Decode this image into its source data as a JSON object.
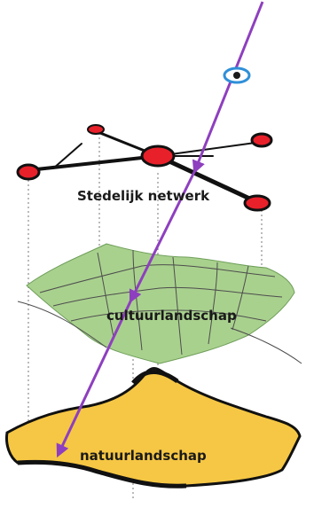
{
  "layers": {
    "network": {
      "label": "Stedelijk netwerk",
      "color": "#e8202a"
    },
    "culture": {
      "label": "cultuurlandschap",
      "color": "#a9d18e"
    },
    "nature": {
      "label": "natuurlandschap",
      "color": "#f6c744"
    }
  },
  "colors": {
    "sight_line": "#8e3fbf",
    "eye": "#2f8fd8",
    "guide_lines": "#777777",
    "outline": "#111111"
  },
  "icons": [
    "eye-icon",
    "arrow-icon"
  ]
}
